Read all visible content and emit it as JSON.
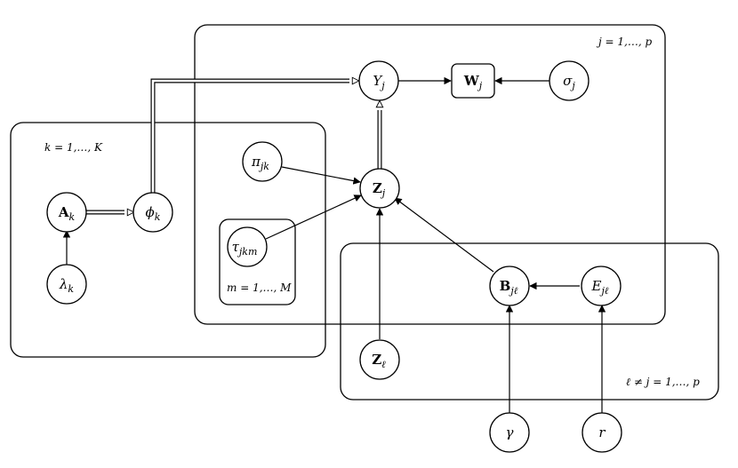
{
  "plates": {
    "j": "j = 1,…, p",
    "k": "k = 1,…, K",
    "m": "m = 1,…, M",
    "l": "ℓ ≠ j = 1,…, p"
  },
  "nodes": {
    "Yj": {
      "main": "Y",
      "sub": "j",
      "style": "italic"
    },
    "Wj": {
      "main": "W",
      "sub": "j",
      "style": "bold"
    },
    "sigmaj": {
      "main": "σ",
      "sub": "j",
      "style": "italic"
    },
    "pijk": {
      "main": "π",
      "sub": "jk",
      "style": "italic"
    },
    "Zj": {
      "main": "Z",
      "sub": "j",
      "style": "bold"
    },
    "Ak": {
      "main": "A",
      "sub": "k",
      "style": "bold"
    },
    "phik": {
      "main": "ϕ",
      "sub": "k",
      "style": "italic"
    },
    "taujkm": {
      "main": "τ",
      "sub": "jkm",
      "style": "italic"
    },
    "lambdak": {
      "main": "λ",
      "sub": "k",
      "style": "italic"
    },
    "Bjl": {
      "main": "B",
      "sub": "jℓ",
      "style": "bold"
    },
    "Ejl": {
      "main": "E",
      "sub": "jℓ",
      "style": "italic"
    },
    "Zl": {
      "main": "Z",
      "sub": "ℓ",
      "style": "bold"
    },
    "gamma": {
      "main": "γ",
      "sub": "",
      "style": "italic"
    },
    "r": {
      "main": "r",
      "sub": "",
      "style": "italic"
    }
  }
}
